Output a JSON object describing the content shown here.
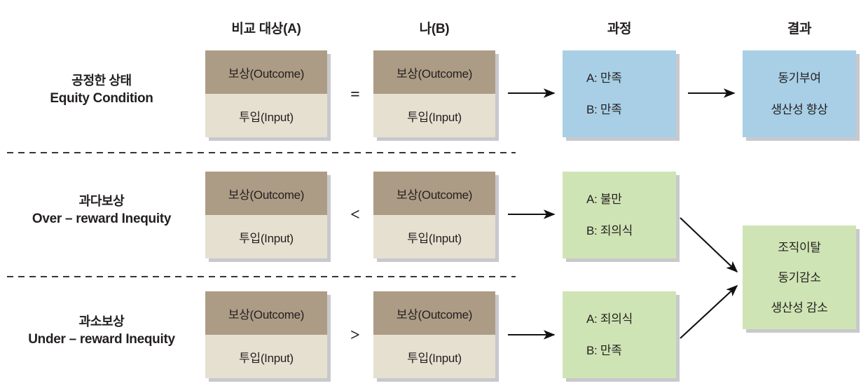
{
  "headers": [
    {
      "label": "비교 대상(A)"
    },
    {
      "label": "나(B)"
    },
    {
      "label": "과정"
    },
    {
      "label": "결과"
    }
  ],
  "ratio_labels": {
    "outcome": "보상(Outcome)",
    "input": "투입(Input)"
  },
  "rows": [
    {
      "label_ko": "공정한 상태",
      "label_en": "Equity Condition",
      "operator": "=",
      "process": {
        "a": "A: 만족",
        "b": "B: 만족"
      },
      "result": {
        "lines": [
          "동기부여",
          "생산성 향상"
        ]
      }
    },
    {
      "label_ko": "과다보상",
      "label_en": "Over – reward Inequity",
      "operator": "<",
      "process": {
        "a": "A: 불만",
        "b": "B: 죄의식"
      }
    },
    {
      "label_ko": "과소보상",
      "label_en": "Under – reward Inequity",
      "operator": ">",
      "process": {
        "a": "A: 죄의식",
        "b": "B: 만족"
      }
    }
  ],
  "shared_result": {
    "lines": [
      "조직이탈",
      "동기감소",
      "생산성 감소"
    ]
  },
  "colors": {
    "outcome_fill": "#ad9c85",
    "input_fill": "#e6e0d1",
    "process_equity_fill": "#a8cfe5",
    "process_inequity_fill": "#cfe4b4",
    "result_equity_fill": "#a8cfe5",
    "result_inequity_fill": "#cfe4b4",
    "shadow": "#bebec4",
    "text": "#231f20",
    "divider": "#1a1a1a"
  }
}
